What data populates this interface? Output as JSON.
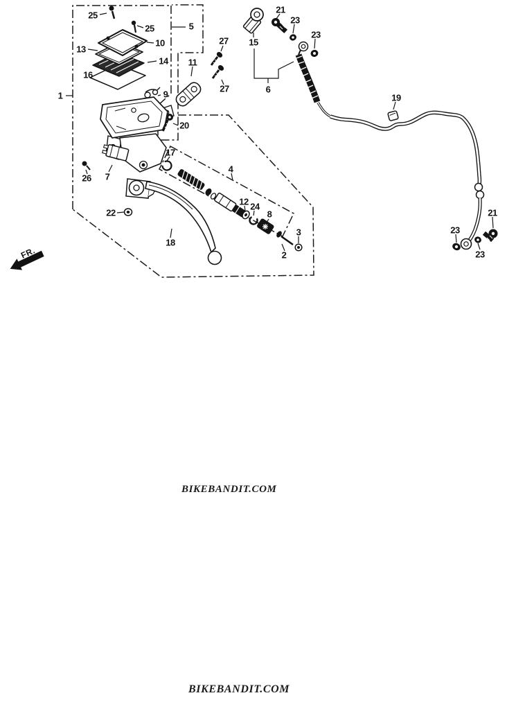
{
  "canvas": {
    "background": "#ffffff",
    "ink": "#141414"
  },
  "watermarks": {
    "middle": "BIKEBANDIT.COM",
    "bottom": "BIKEBANDIT.COM"
  },
  "front_indicator": {
    "label": "FR."
  },
  "callouts": [
    {
      "num": "1"
    },
    {
      "num": "25"
    },
    {
      "num": "25"
    },
    {
      "num": "5"
    },
    {
      "num": "10"
    },
    {
      "num": "13"
    },
    {
      "num": "14"
    },
    {
      "num": "16"
    },
    {
      "num": "9"
    },
    {
      "num": "11"
    },
    {
      "num": "27"
    },
    {
      "num": "27"
    },
    {
      "num": "20"
    },
    {
      "num": "26"
    },
    {
      "num": "7"
    },
    {
      "num": "22"
    },
    {
      "num": "18"
    },
    {
      "num": "17"
    },
    {
      "num": "4"
    },
    {
      "num": "12"
    },
    {
      "num": "24"
    },
    {
      "num": "8"
    },
    {
      "num": "3"
    },
    {
      "num": "2"
    },
    {
      "num": "15"
    },
    {
      "num": "21"
    },
    {
      "num": "23"
    },
    {
      "num": "23"
    },
    {
      "num": "6"
    },
    {
      "num": "19"
    },
    {
      "num": "21"
    },
    {
      "num": "23"
    },
    {
      "num": "23"
    }
  ]
}
